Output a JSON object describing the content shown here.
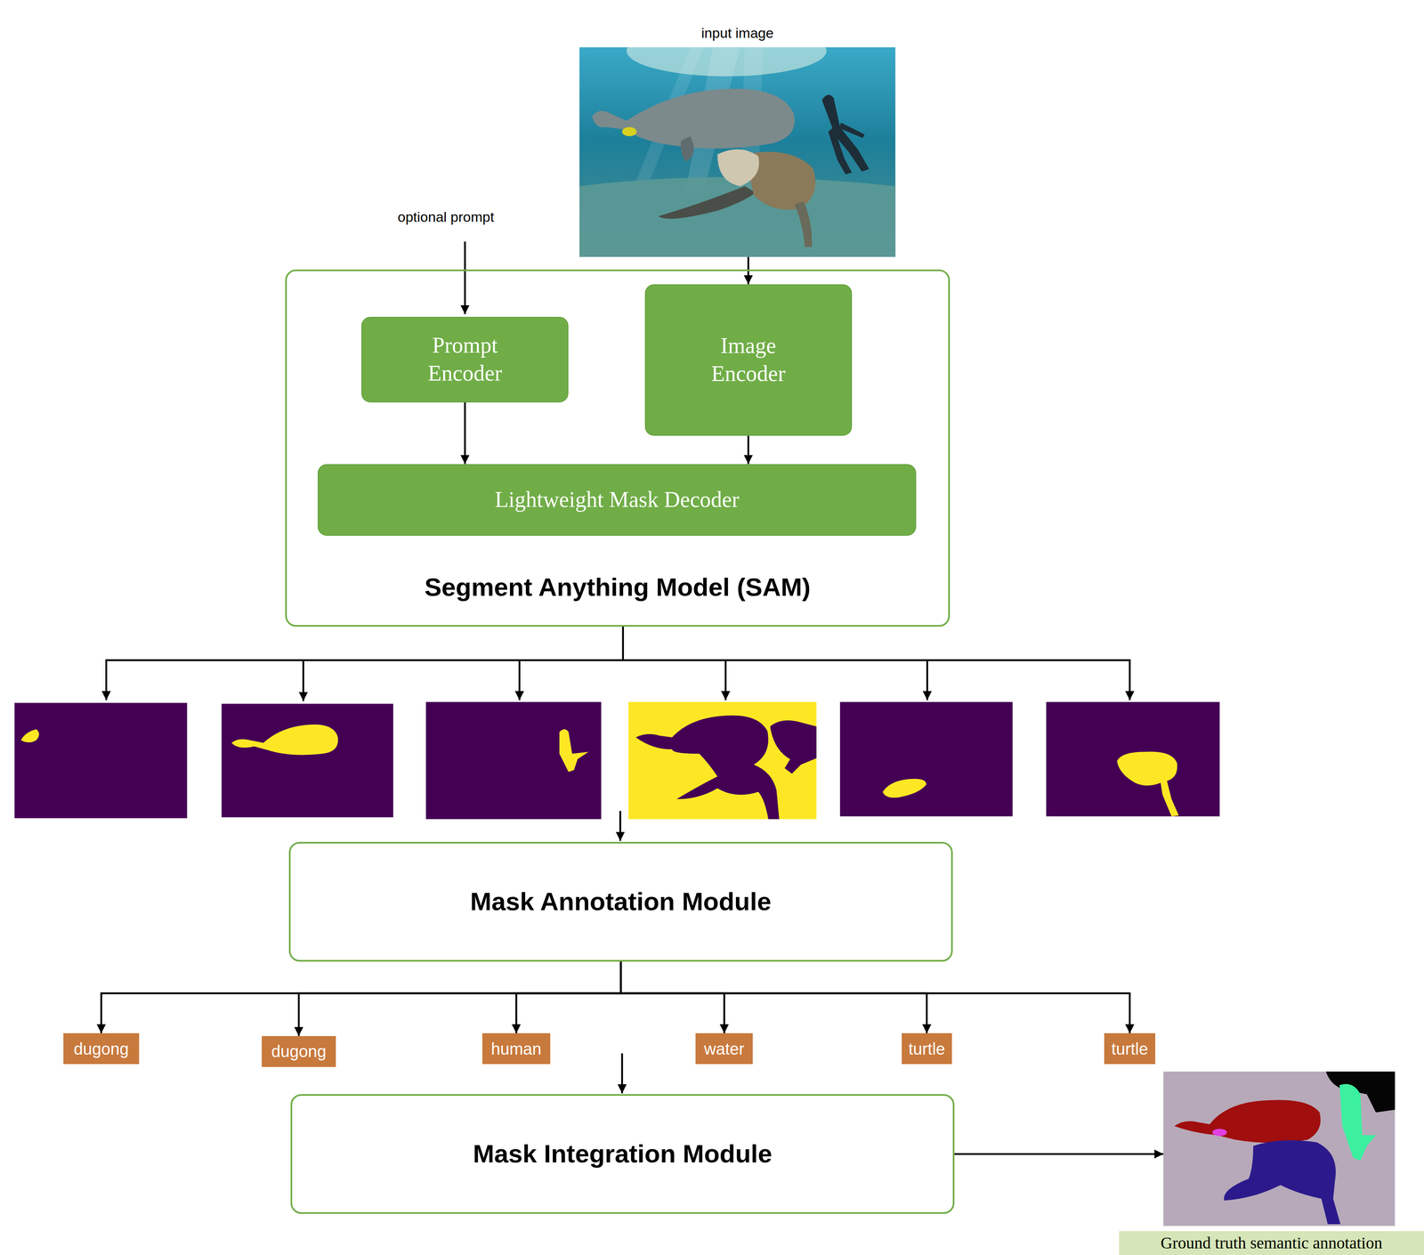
{
  "diagram": {
    "nodes": [
      {
        "text": [
          "input image"
        ]
      },
      {
        "text": [
          "Segment Anything Model (SAM)"
        ]
      },
      {
        "text": [
          "Prompt Encoder"
        ],
        "in": 1
      },
      {
        "text": [
          "Image Encoder"
        ],
        "in": 1
      },
      {
        "text": [
          "Lightweight Mask Decoder"
        ],
        "in": 1
      },
      {
        "text": [
          "Mask Annotation Module"
        ]
      },
      {
        "text": [
          "dugong"
        ]
      },
      {
        "text": [
          "dugong"
        ]
      },
      {
        "text": [
          "human"
        ]
      },
      {
        "text": [
          "water"
        ]
      },
      {
        "text": [
          "turtle"
        ]
      },
      {
        "text": [
          "turtle"
        ]
      },
      {
        "text": [
          "Mask Integration Module"
        ]
      },
      {
        "text": [
          "Ground truth semantic annotation"
        ]
      }
    ],
    "edges": [
      {
        "from": 0,
        "to": 3,
        "arrow": "to"
      },
      {
        "from": 2,
        "to": 4,
        "arrow": "to"
      },
      {
        "from": 3,
        "to": 4,
        "arrow": "to"
      },
      {
        "from": 5,
        "to": 6,
        "arrow": "to"
      },
      {
        "from": 5,
        "to": 7,
        "arrow": "to"
      },
      {
        "from": 5,
        "to": 8,
        "arrow": "to"
      },
      {
        "from": 5,
        "to": 9,
        "arrow": "to"
      },
      {
        "from": 5,
        "to": 10,
        "arrow": "to"
      },
      {
        "from": 5,
        "to": 11,
        "arrow": "to"
      },
      {
        "from": 12,
        "to": 13,
        "arrow": "to"
      }
    ],
    "labels": [
      "optional prompt"
    ]
  }
}
